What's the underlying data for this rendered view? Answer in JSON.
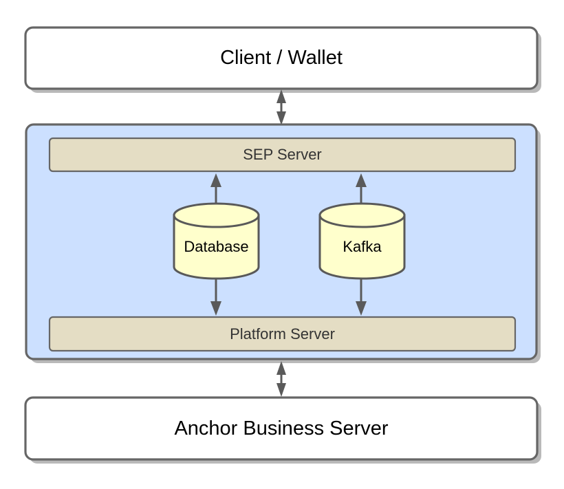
{
  "diagram": {
    "type": "architecture-block-diagram",
    "background_color": "#ffffff",
    "nodes": [
      {
        "id": "client-wallet",
        "label": "Client / Wallet",
        "shape": "rounded-rectangle",
        "fill_color": "#ffffff",
        "stroke_color": "#666666"
      },
      {
        "id": "platform-container",
        "label": "",
        "shape": "rounded-rectangle",
        "fill_color": "#cce0ff",
        "stroke_color": "#666666"
      },
      {
        "id": "sep-server",
        "label": "SEP Server",
        "shape": "rounded-rectangle",
        "fill_color": "#e4ddc4",
        "stroke_color": "#666666"
      },
      {
        "id": "database",
        "label": "Database",
        "shape": "cylinder",
        "fill_color": "#ffffcc",
        "stroke_color": "#595959"
      },
      {
        "id": "kafka",
        "label": "Kafka",
        "shape": "cylinder",
        "fill_color": "#ffffcc",
        "stroke_color": "#595959"
      },
      {
        "id": "platform-server",
        "label": "Platform Server",
        "shape": "rounded-rectangle",
        "fill_color": "#e4ddc4",
        "stroke_color": "#666666"
      },
      {
        "id": "anchor-business-server",
        "label": "Anchor Business Server",
        "shape": "rounded-rectangle",
        "fill_color": "#ffffff",
        "stroke_color": "#666666"
      }
    ],
    "edges": [
      {
        "id": "client-to-container",
        "from": "client-wallet",
        "to": "platform-container",
        "arrow": "bidirectional",
        "label": ""
      },
      {
        "id": "database-to-sep",
        "from": "database",
        "to": "sep-server",
        "arrow": "up",
        "label": ""
      },
      {
        "id": "kafka-to-sep",
        "from": "kafka",
        "to": "sep-server",
        "arrow": "up",
        "label": ""
      },
      {
        "id": "database-to-platform",
        "from": "database",
        "to": "platform-server",
        "arrow": "down",
        "label": ""
      },
      {
        "id": "kafka-to-platform",
        "from": "kafka",
        "to": "platform-server",
        "arrow": "down",
        "label": ""
      },
      {
        "id": "container-to-anchor",
        "from": "platform-container",
        "to": "anchor-business-server",
        "arrow": "bidirectional",
        "label": ""
      }
    ],
    "colors": {
      "stroke": "#666666",
      "cylinder_stroke": "#595959",
      "container_fill": "#cce0ff",
      "server_fill": "#e4ddc4",
      "cylinder_fill": "#ffffcc",
      "text": "#000000",
      "server_text": "#333333",
      "white": "#ffffff",
      "shadow": "#808080"
    }
  }
}
